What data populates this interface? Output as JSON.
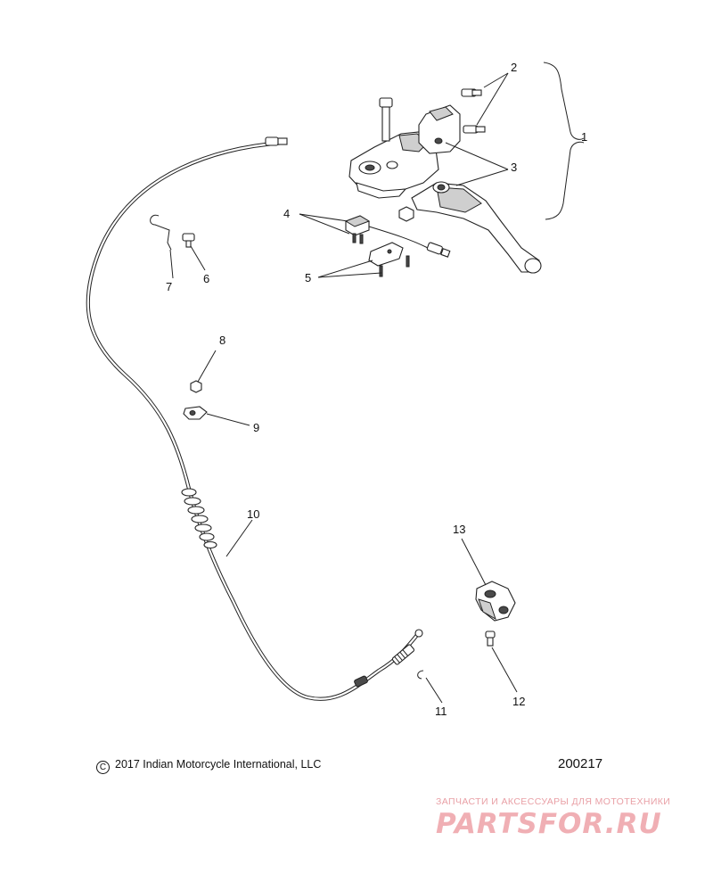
{
  "callouts": {
    "c1": "1",
    "c2": "2",
    "c3": "3",
    "c4": "4",
    "c5": "5",
    "c6": "6",
    "c7": "7",
    "c8": "8",
    "c9": "9",
    "c10": "10",
    "c11": "11",
    "c12": "12",
    "c13": "13"
  },
  "footer": {
    "copyright": "2017 Indian Motorcycle International, LLC",
    "diagram_number": "200217"
  },
  "watermark": {
    "tagline": "ЗАПЧАСТИ И АКСЕССУАРЫ ДЛЯ МОТОТЕХНИКИ",
    "logo": "PARTSFOR.RU"
  }
}
